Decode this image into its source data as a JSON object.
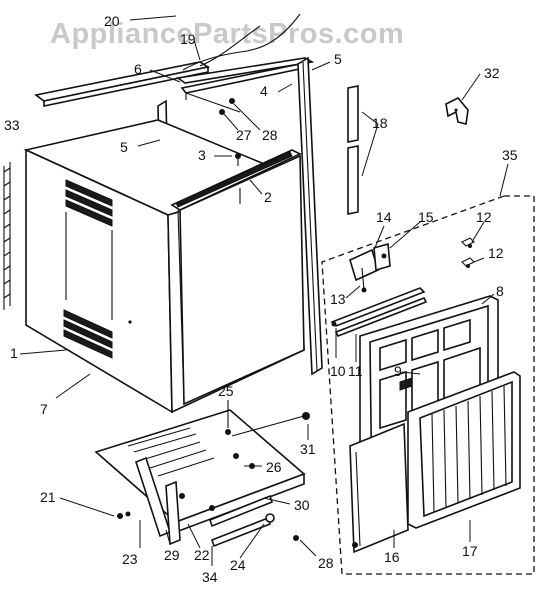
{
  "watermark": "AppliancePartsPros.com",
  "callouts": [
    {
      "id": "20",
      "text": "20"
    },
    {
      "id": "19",
      "text": "19"
    },
    {
      "id": "6",
      "text": "6"
    },
    {
      "id": "5a",
      "text": "5"
    },
    {
      "id": "4",
      "text": "4"
    },
    {
      "id": "27",
      "text": "27"
    },
    {
      "id": "28a",
      "text": "28"
    },
    {
      "id": "33",
      "text": "33"
    },
    {
      "id": "5b",
      "text": "5"
    },
    {
      "id": "3",
      "text": "3"
    },
    {
      "id": "2",
      "text": "2"
    },
    {
      "id": "18",
      "text": "18"
    },
    {
      "id": "32",
      "text": "32"
    },
    {
      "id": "35",
      "text": "35"
    },
    {
      "id": "14",
      "text": "14"
    },
    {
      "id": "15",
      "text": "15"
    },
    {
      "id": "12a",
      "text": "12"
    },
    {
      "id": "12b",
      "text": "12"
    },
    {
      "id": "13",
      "text": "13"
    },
    {
      "id": "8",
      "text": "8"
    },
    {
      "id": "10",
      "text": "10"
    },
    {
      "id": "11",
      "text": "11"
    },
    {
      "id": "9",
      "text": "9"
    },
    {
      "id": "1",
      "text": "1"
    },
    {
      "id": "7",
      "text": "7"
    },
    {
      "id": "25",
      "text": "25"
    },
    {
      "id": "31",
      "text": "31"
    },
    {
      "id": "26",
      "text": "26"
    },
    {
      "id": "21",
      "text": "21"
    },
    {
      "id": "30",
      "text": "30"
    },
    {
      "id": "22",
      "text": "22"
    },
    {
      "id": "23",
      "text": "23"
    },
    {
      "id": "29",
      "text": "29"
    },
    {
      "id": "24",
      "text": "24"
    },
    {
      "id": "34",
      "text": "34"
    },
    {
      "id": "28b",
      "text": "28"
    },
    {
      "id": "16",
      "text": "16"
    },
    {
      "id": "17",
      "text": "17"
    }
  ]
}
